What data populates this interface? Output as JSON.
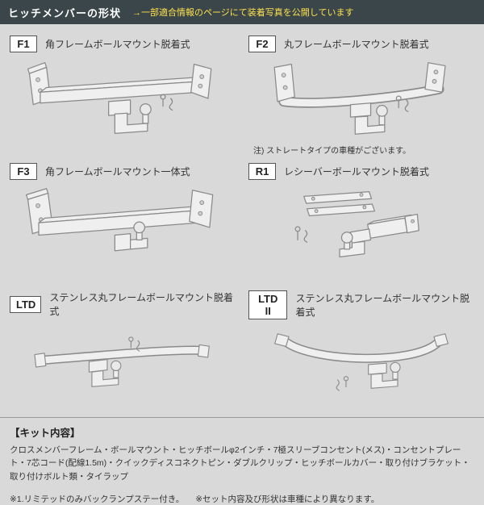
{
  "colors": {
    "page_bg": "#d9d9d9",
    "header_bg": "#3a4649",
    "header_title": "#ffffff",
    "header_subtitle": "#ffe14d"
  },
  "header": {
    "title": "ヒッチメンバーの形状",
    "subtitle": "→一部適合情報のページにて装着写真を公開しています"
  },
  "cells": [
    {
      "code": "F1",
      "label": "角フレームボールマウント脱着式",
      "note": ""
    },
    {
      "code": "F2",
      "label": "丸フレームボールマウント脱着式",
      "note": "注) ストレートタイプの車種がございます。"
    },
    {
      "code": "F3",
      "label": "角フレームボールマウント一体式",
      "note": ""
    },
    {
      "code": "R1",
      "label": "レシーバーボールマウント脱着式",
      "note": ""
    },
    {
      "code": "LTD",
      "label": "ステンレス丸フレームボールマウント脱着式",
      "note": ""
    },
    {
      "code": "LTD II",
      "label": "ステンレス丸フレームボールマウント脱着式",
      "note": ""
    }
  ],
  "kit": {
    "heading": "【キット内容】",
    "contents": "クロスメンバーフレーム・ボールマウント・ヒッチボールφ2インチ・7極スリーブコンセント(メス)・コンセントプレート・7芯コード(配線1.5m)・クイックディスコネクトピン・ダブルクリップ・ヒッチボールカバー・取り付けブラケット・取り付けボルト類・タイラップ",
    "note1": "※1.リミテッドのみバックランプステー付き。",
    "note2": "※セット内容及び形状は車種により異なります。"
  }
}
